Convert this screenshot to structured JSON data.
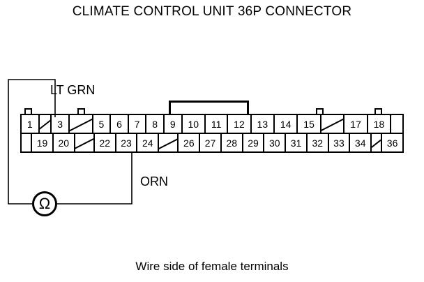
{
  "title": "CLIMATE CONTROL UNIT 36P CONNECTOR",
  "caption": "Wire side of female terminals",
  "labels": {
    "wire_1": "LT GRN",
    "wire_2": "ORN"
  },
  "meter": {
    "symbol": "Ω",
    "name": "ohmmeter"
  },
  "connector": {
    "pin_count": 36,
    "columns": 18,
    "top_row": [
      {
        "label": "1",
        "blank": false,
        "span": 1
      },
      {
        "label": "",
        "blank": true,
        "span": 1
      },
      {
        "label": "3",
        "blank": false,
        "span": 1
      },
      {
        "label": "",
        "blank": true,
        "span": 2
      },
      {
        "label": "5",
        "blank": false,
        "span": 1
      },
      {
        "label": "6",
        "blank": false,
        "span": 1
      },
      {
        "label": "7",
        "blank": false,
        "span": 1
      },
      {
        "label": "8",
        "blank": false,
        "span": 1
      },
      {
        "label": "9",
        "blank": false,
        "span": 1
      },
      {
        "label": "10",
        "blank": false,
        "span": 1
      },
      {
        "label": "11",
        "blank": false,
        "span": 1
      },
      {
        "label": "12",
        "blank": false,
        "span": 1
      },
      {
        "label": "13",
        "blank": false,
        "span": 1
      },
      {
        "label": "14",
        "blank": false,
        "span": 1
      },
      {
        "label": "15",
        "blank": false,
        "span": 1
      },
      {
        "label": "",
        "blank": true,
        "span": 2
      },
      {
        "label": "17",
        "blank": false,
        "span": 1
      },
      {
        "label": "18",
        "blank": false,
        "span": 1
      },
      {
        "label": "",
        "blank": false,
        "span": 1
      }
    ],
    "bottom_row": [
      {
        "label": "",
        "blank": false,
        "span": 1
      },
      {
        "label": "19",
        "blank": false,
        "span": 1
      },
      {
        "label": "20",
        "blank": false,
        "span": 1
      },
      {
        "label": "",
        "blank": true,
        "span": 2
      },
      {
        "label": "22",
        "blank": false,
        "span": 1
      },
      {
        "label": "23",
        "blank": false,
        "span": 1
      },
      {
        "label": "24",
        "blank": false,
        "span": 1
      },
      {
        "label": "",
        "blank": true,
        "span": 2
      },
      {
        "label": "26",
        "blank": false,
        "span": 1
      },
      {
        "label": "27",
        "blank": false,
        "span": 1
      },
      {
        "label": "28",
        "blank": false,
        "span": 1
      },
      {
        "label": "29",
        "blank": false,
        "span": 1
      },
      {
        "label": "30",
        "blank": false,
        "span": 1
      },
      {
        "label": "31",
        "blank": false,
        "span": 1
      },
      {
        "label": "32",
        "blank": false,
        "span": 1
      },
      {
        "label": "33",
        "blank": false,
        "span": 1
      },
      {
        "label": "34",
        "blank": false,
        "span": 1
      },
      {
        "label": "",
        "blank": true,
        "span": 1
      },
      {
        "label": "36",
        "blank": false,
        "span": 1
      }
    ]
  },
  "colors": {
    "ink": "#000000",
    "paper": "#ffffff"
  }
}
